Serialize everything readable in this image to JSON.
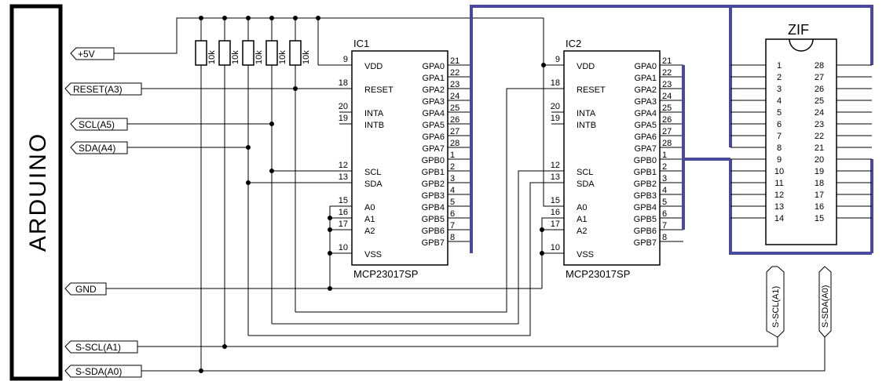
{
  "arduino": {
    "label": "ARDUINO"
  },
  "ports": {
    "p5v": "+5V",
    "reset": "RESET(A3)",
    "scl": "SCL(A5)",
    "sda": "SDA(A4)",
    "gnd": "GND",
    "sscl": "S-SCL(A1)",
    "ssda": "S-SDA(A0)"
  },
  "resistors": {
    "value": "10k"
  },
  "ic1": {
    "ref": "IC1",
    "part": "MCP23017SP"
  },
  "ic2": {
    "ref": "IC2",
    "part": "MCP23017SP"
  },
  "left_pins": {
    "vdd": {
      "num": "9",
      "name": "VDD"
    },
    "reset": {
      "num": "18",
      "name": "RESET"
    },
    "inta": {
      "num": "20",
      "name": "INTA"
    },
    "intb": {
      "num": "19",
      "name": "INTB"
    },
    "scl": {
      "num": "12",
      "name": "SCL"
    },
    "sda": {
      "num": "13",
      "name": "SDA"
    },
    "a0": {
      "num": "15",
      "name": "A0"
    },
    "a1": {
      "num": "16",
      "name": "A1"
    },
    "a2": {
      "num": "17",
      "name": "A2"
    },
    "vss": {
      "num": "10",
      "name": "VSS"
    }
  },
  "right_pins": [
    {
      "name": "GPA0",
      "num": "21"
    },
    {
      "name": "GPA1",
      "num": "22"
    },
    {
      "name": "GPA2",
      "num": "23"
    },
    {
      "name": "GPA3",
      "num": "24"
    },
    {
      "name": "GPA4",
      "num": "25"
    },
    {
      "name": "GPA5",
      "num": "26"
    },
    {
      "name": "GPA6",
      "num": "27"
    },
    {
      "name": "GPA7",
      "num": "28"
    },
    {
      "name": "GPB0",
      "num": "1"
    },
    {
      "name": "GPB1",
      "num": "2"
    },
    {
      "name": "GPB2",
      "num": "3"
    },
    {
      "name": "GPB3",
      "num": "4"
    },
    {
      "name": "GPB4",
      "num": "5"
    },
    {
      "name": "GPB5",
      "num": "6"
    },
    {
      "name": "GPB6",
      "num": "7"
    },
    {
      "name": "GPB7",
      "num": "8"
    }
  ],
  "zif": {
    "title": "ZIF",
    "left": [
      "1",
      "2",
      "3",
      "4",
      "5",
      "6",
      "7",
      "8",
      "9",
      "10",
      "11",
      "12",
      "13",
      "14"
    ],
    "right": [
      "28",
      "27",
      "26",
      "25",
      "24",
      "23",
      "22",
      "21",
      "20",
      "19",
      "18",
      "17",
      "16",
      "15"
    ]
  },
  "colors": {
    "bus": "#4a4a9c",
    "wire": "#000000"
  }
}
